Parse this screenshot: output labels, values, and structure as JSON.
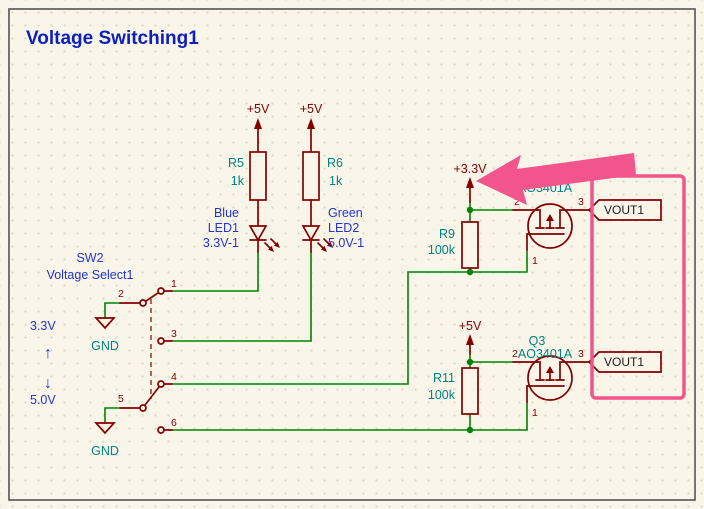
{
  "palette": {
    "background": "#f9f5e9",
    "wire_green": "#008400",
    "component_maroon": "#840000",
    "value_teal": "#008484",
    "label_blue": "#2335d2",
    "title_blue": "#0d1fc0",
    "annotation_pink": "#f2558c",
    "label_text_black": "#1a1a1a"
  },
  "title": "Voltage Switching1",
  "power": {
    "top_left_5v": "+5V",
    "top_right_5v": "+5V",
    "rail_3v3": "+3.3V",
    "rail_5v": "+5V",
    "gnd_top": "GND",
    "gnd_bottom": "GND"
  },
  "r5": {
    "ref": "R5",
    "value": "1k"
  },
  "r6": {
    "ref": "R6",
    "value": "1k"
  },
  "r9": {
    "ref": "R9",
    "value": "100k"
  },
  "r11": {
    "ref": "R11",
    "value": "100k"
  },
  "led1": {
    "color": "Blue",
    "ref": "LED1",
    "value": "3.3V-1"
  },
  "led2": {
    "color": "Green",
    "ref": "LED2",
    "value": "5.0V-1"
  },
  "sw2": {
    "ref": "SW2",
    "value": "Voltage Select1",
    "pin1": "1",
    "pin2": "2",
    "pin3": "3",
    "pin4": "4",
    "pin5": "5",
    "pin6": "6",
    "up_label": "3.3V",
    "down_label": "5.0V",
    "up_arrow": "↑",
    "down_arrow": "↓"
  },
  "q2": {
    "value": "AO3401A",
    "pin1": "1",
    "pin2": "2",
    "pin3": "3"
  },
  "q3": {
    "ref": "Q3",
    "value": "AO3401A",
    "pin1": "1",
    "pin2": "2",
    "pin3": "3"
  },
  "vout_top": "VOUT1",
  "vout_bottom": "VOUT1"
}
